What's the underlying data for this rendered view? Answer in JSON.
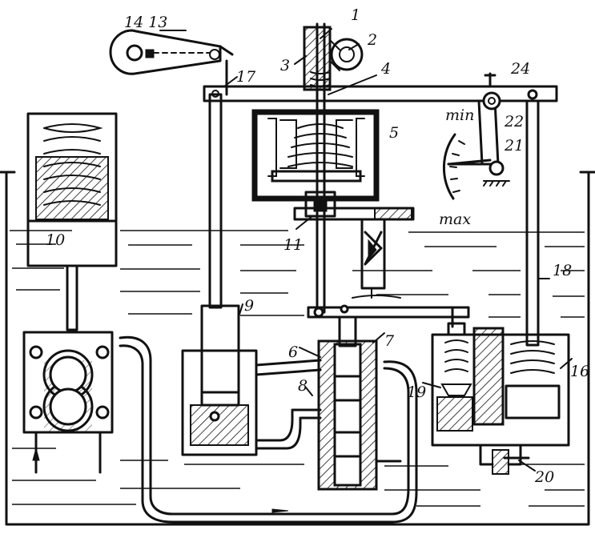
{
  "diagram": {
    "labels": {
      "l1": "1",
      "l2": "2",
      "l3": "3",
      "l4": "4",
      "l5": "5",
      "l6": "6",
      "l7": "7",
      "l8": "8",
      "l9": "9",
      "l10": "10",
      "l11": "11",
      "l13": "14 13",
      "l16": "16",
      "l17": "17",
      "l18": "18",
      "l19": "19",
      "l20": "20",
      "l21": "21",
      "l22": "22",
      "l24": "24"
    },
    "scale": {
      "min": "min",
      "max": "max"
    }
  }
}
